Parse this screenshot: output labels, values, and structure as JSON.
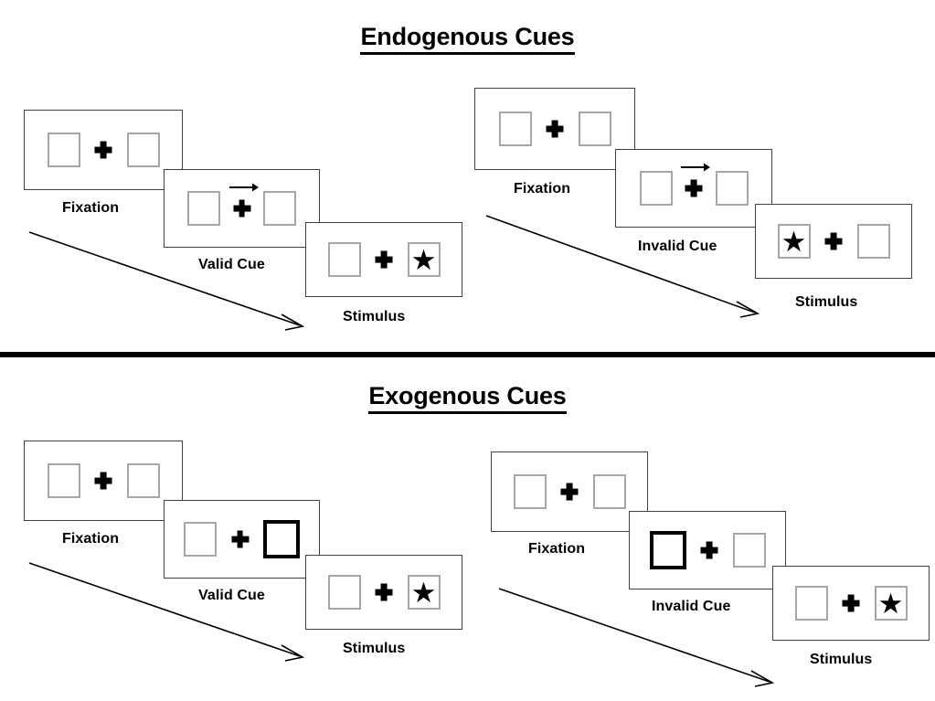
{
  "figure": {
    "title_endogenous": "Endogenous Cues",
    "title_exogenous": "Exogenous Cues",
    "star_glyph": "★",
    "divider_color": "#000000",
    "frame_border_color": "#3f3f3f",
    "box_border_color": "#a6a6a6",
    "flash_box_border_color": "#000000",
    "cross_color": "#000000",
    "arrow_color": "#000000"
  },
  "sections": [
    {
      "id": "endogenous",
      "title": "Endogenous Cues",
      "columns": [
        {
          "id": "endogenous-valid",
          "panels": [
            {
              "id": "fixation",
              "label": "Fixation",
              "cue": "none",
              "left_box": "empty",
              "right_box": "empty",
              "left_flash": false,
              "right_flash": false
            },
            {
              "id": "cue",
              "label": "Valid Cue",
              "cue": "arrow-right",
              "left_box": "empty",
              "right_box": "empty",
              "left_flash": false,
              "right_flash": false
            },
            {
              "id": "stimulus",
              "label": "Stimulus",
              "cue": "none",
              "left_box": "empty",
              "right_box": "star",
              "left_flash": false,
              "right_flash": false
            }
          ]
        },
        {
          "id": "endogenous-invalid",
          "panels": [
            {
              "id": "fixation",
              "label": "Fixation",
              "cue": "none",
              "left_box": "empty",
              "right_box": "empty",
              "left_flash": false,
              "right_flash": false
            },
            {
              "id": "cue",
              "label": "Invalid Cue",
              "cue": "arrow-right",
              "left_box": "empty",
              "right_box": "empty",
              "left_flash": false,
              "right_flash": false
            },
            {
              "id": "stimulus",
              "label": "Stimulus",
              "cue": "none",
              "left_box": "star",
              "right_box": "empty",
              "left_flash": false,
              "right_flash": false
            }
          ]
        }
      ]
    },
    {
      "id": "exogenous",
      "title": "Exogenous Cues",
      "columns": [
        {
          "id": "exogenous-valid",
          "panels": [
            {
              "id": "fixation",
              "label": "Fixation",
              "cue": "none",
              "left_box": "empty",
              "right_box": "empty",
              "left_flash": false,
              "right_flash": false
            },
            {
              "id": "cue",
              "label": "Valid Cue",
              "cue": "flash-right",
              "left_box": "empty",
              "right_box": "empty",
              "left_flash": false,
              "right_flash": true
            },
            {
              "id": "stimulus",
              "label": "Stimulus",
              "cue": "none",
              "left_box": "empty",
              "right_box": "star",
              "left_flash": false,
              "right_flash": false
            }
          ]
        },
        {
          "id": "exogenous-invalid",
          "panels": [
            {
              "id": "fixation",
              "label": "Fixation",
              "cue": "none",
              "left_box": "empty",
              "right_box": "empty",
              "left_flash": false,
              "right_flash": false
            },
            {
              "id": "cue",
              "label": "Invalid Cue",
              "cue": "flash-left",
              "left_box": "empty",
              "right_box": "empty",
              "left_flash": true,
              "right_flash": false
            },
            {
              "id": "stimulus",
              "label": "Stimulus",
              "cue": "none",
              "left_box": "empty",
              "right_box": "star",
              "left_flash": false,
              "right_flash": false
            }
          ]
        }
      ]
    }
  ]
}
